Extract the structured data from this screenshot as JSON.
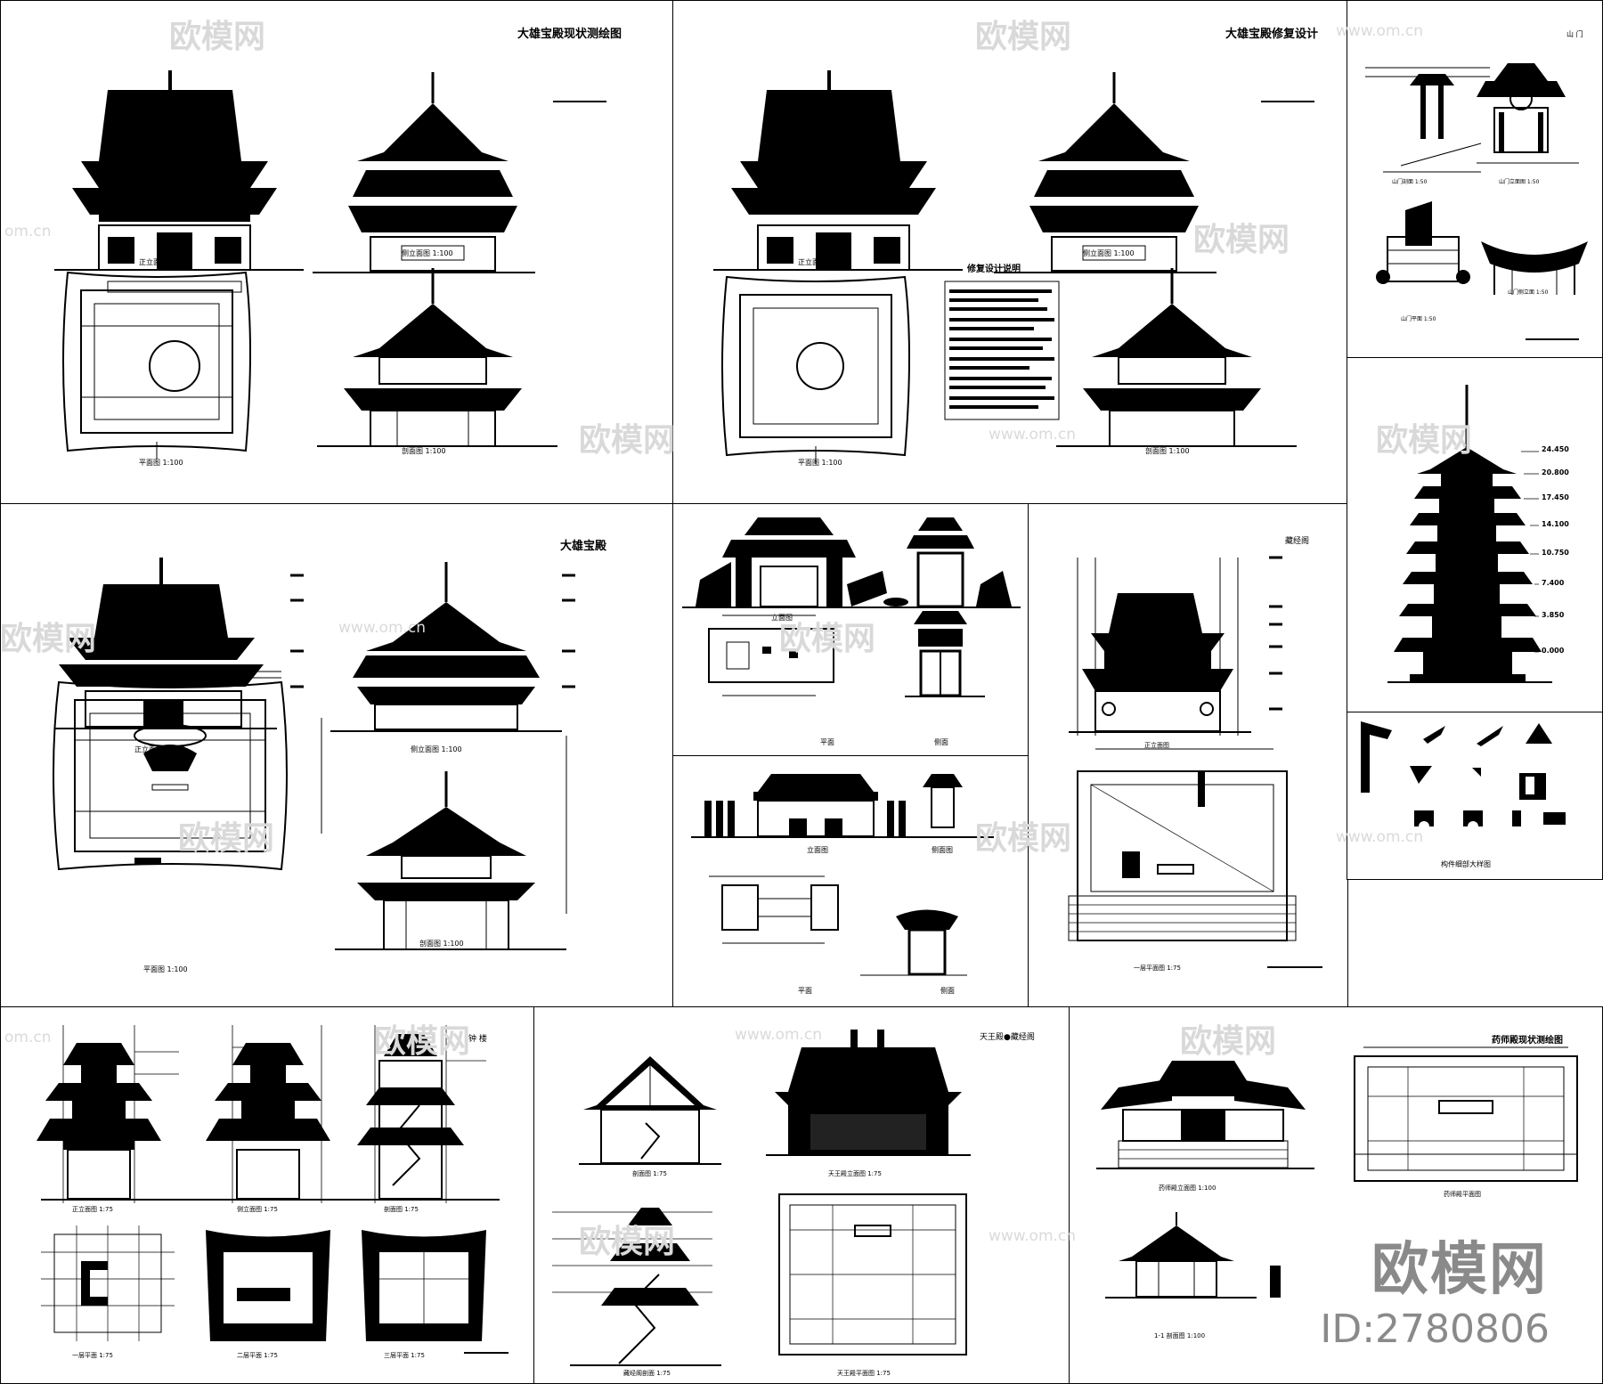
{
  "sheets": {
    "daxiong_survey": {
      "title": "大雄宝殿现状测绘图",
      "front_label": "正立面图 1:100",
      "side_label": "侧立面图 1:100",
      "plan_label": "平面图 1:100",
      "section_label": "剖面图 1:100"
    },
    "daxiong_restore": {
      "title": "大雄宝殿修复设计",
      "notes_title": "修复设计说明",
      "front_label": "正立面图 1:100",
      "side_label": "侧立面图 1:100",
      "plan_label": "平面图 1:100",
      "section_label": "剖面图 1:100"
    },
    "shanmen": {
      "title": "山 门",
      "label1": "山门剖面 1:50",
      "label2": "山门立面图 1:50",
      "label3": "山门平面 1:50",
      "label4": "山门侧立面 1:50"
    },
    "daxiong_new": {
      "title": "大雄宝殿",
      "front_label": "正立面图 1:100",
      "side_label": "侧立面图 1:100",
      "plan_label": "平面图 1:100",
      "section_label": "剖面图 1:100"
    },
    "gates": {
      "label1": "立面图",
      "label2": "侧面图",
      "label3": "平面",
      "label4": "侧面"
    },
    "gates2": {
      "label1": "立面图",
      "label2": "侧面图",
      "label3": "平面",
      "label4": "侧面"
    },
    "cangjing": {
      "title": "藏经阁",
      "label1": "正立面图",
      "label2": "一层平面图 1:75"
    },
    "pagoda": {
      "levels": [
        "24.450",
        "20.800",
        "17.450",
        "14.100",
        "10.750",
        "7.400",
        "3.850",
        "0.000"
      ]
    },
    "details": {
      "label": "构件细部大样图"
    },
    "bell": {
      "title": "钟 楼",
      "label1": "正立面图 1:75",
      "label2": "侧立面图 1:75",
      "label3": "剖面图 1:75",
      "label4": "一层平面 1:75",
      "label5": "二层平面 1:75",
      "label6": "三层平面 1:75"
    },
    "tianwang": {
      "title": "天王殿●藏经阁",
      "label1": "剖面图 1:75",
      "label2": "天王殿立面图 1:75",
      "label3": "藏经阁剖面 1:75",
      "label4": "天王殿平面图 1:75"
    },
    "yaoshi": {
      "title": "药师殿现状测绘图",
      "label1": "药师殿立面图 1:100",
      "label2": "1-1 剖面图 1:100",
      "label3": "药师殿平面图"
    }
  },
  "watermark": {
    "text": "欧模网",
    "url": "www.om.cn",
    "url_short": "om.cn"
  },
  "brand": {
    "name": "欧模网",
    "id": "ID:2780806"
  }
}
